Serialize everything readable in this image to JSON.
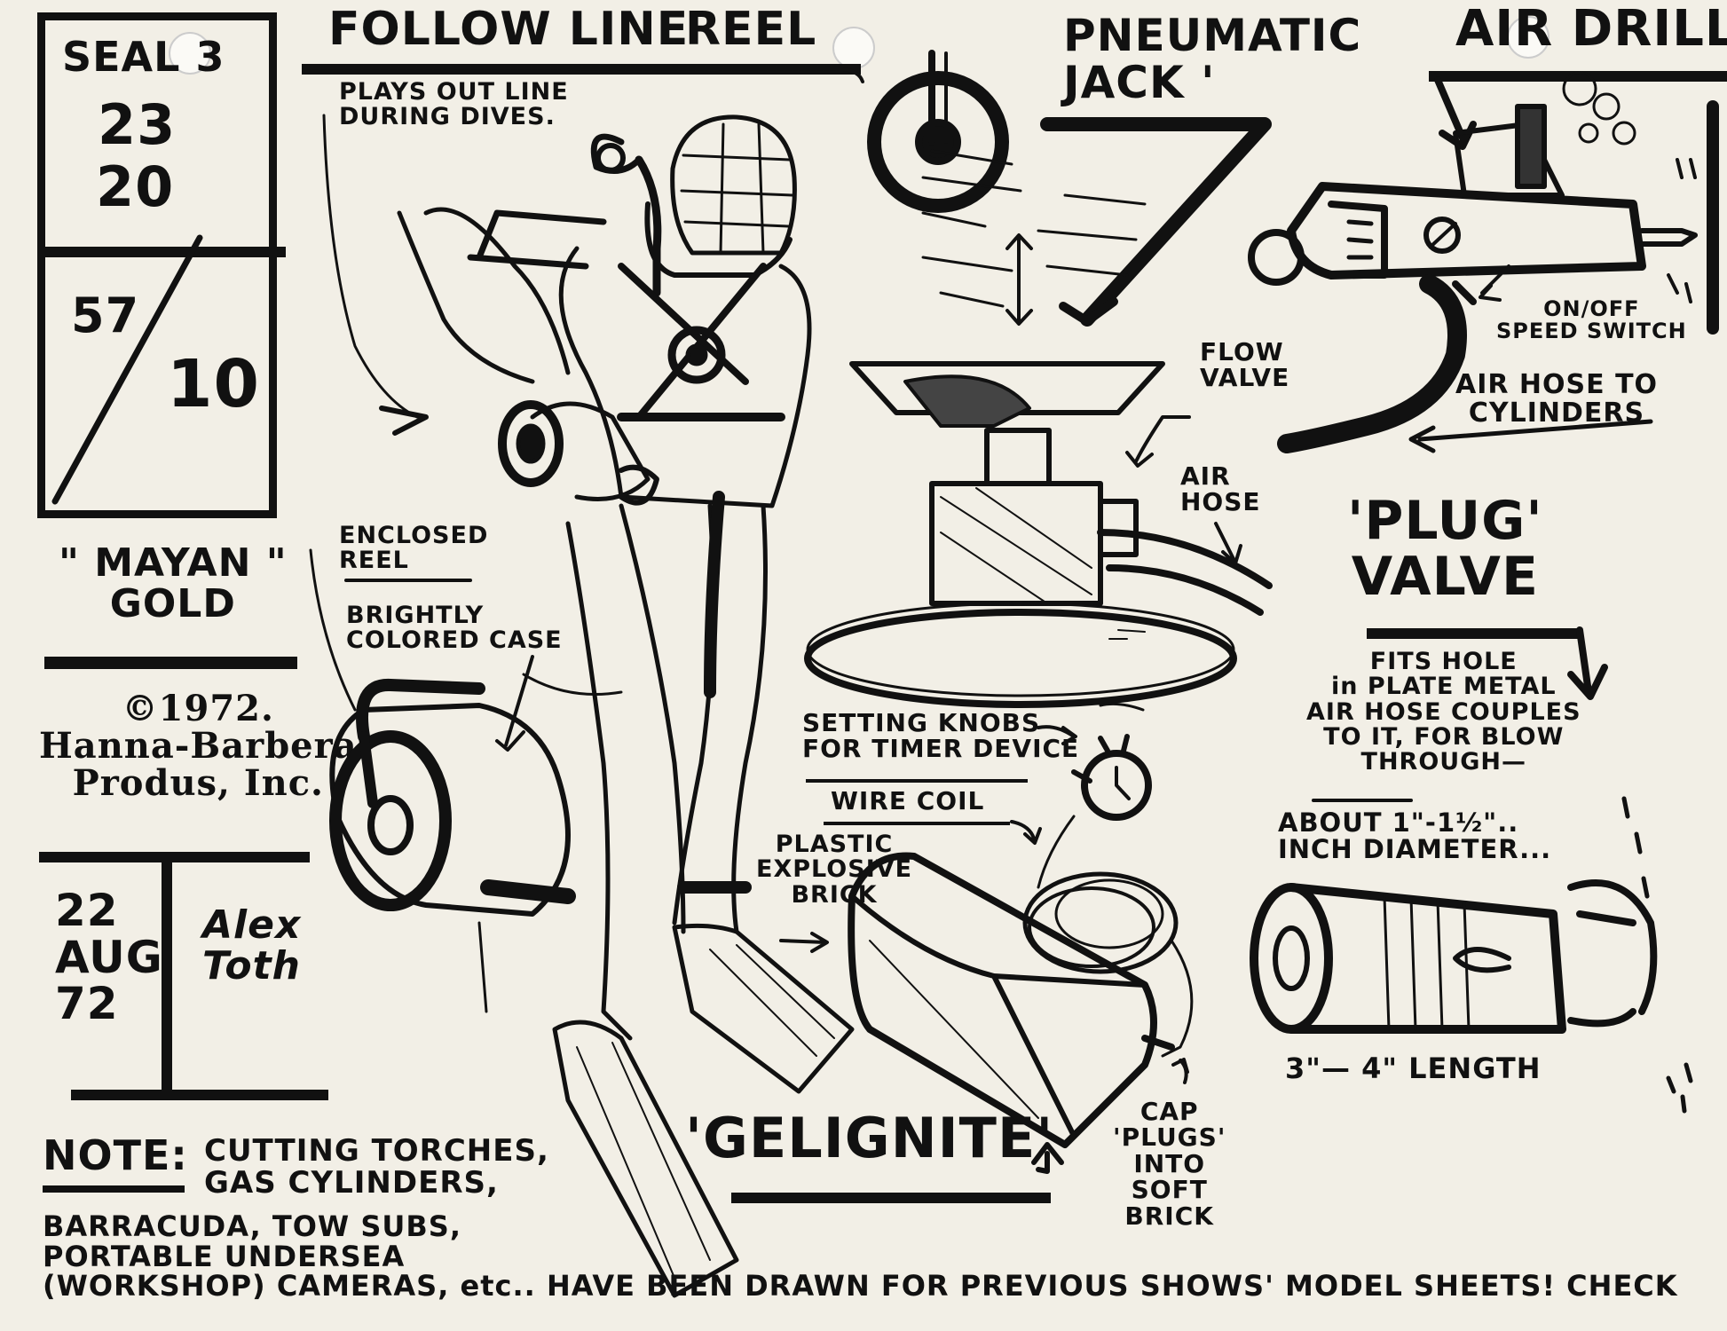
{
  "colors": {
    "paper": "#f2efe6",
    "ink": "#111111"
  },
  "info_box": {
    "seal_line1": "SEAL 3",
    "seal_line2": "23",
    "seal_line3": "20",
    "sheet_num": "57",
    "sheet_den": "10"
  },
  "show_title": "\" MAYAN \"\nGOLD",
  "copyright": "©1972.\nHanna-Barbera\nProdus, Inc.",
  "date_block": {
    "date": "22\nAUG\n72",
    "artist": "Alex\nToth"
  },
  "headings": {
    "follow_line": "FOLLOW LINE",
    "reel": "REEL",
    "pneumatic_jack": "PNEUMATIC\nJACK '",
    "air_drill": "AIR DRILL",
    "plug_valve": "'PLUG'\nVALVE",
    "gelignite": "'GELIGNITE'"
  },
  "labels": {
    "plays_out": "PLAYS OUT LINE\nDURING DIVES.",
    "enclosed_reel": "ENCLOSED\nREEL",
    "brightly_case": "BRIGHTLY\nCOLORED CASE",
    "flow_valve": "FLOW\nVALVE",
    "air_hose": "AIR\nHOSE",
    "on_off": "ON/OFF\nSPEED SWITCH",
    "air_hose_to": "AIR HOSE TO\nCYLINDERS",
    "fits_hole": "FITS HOLE\nin PLATE METAL\nAIR HOSE COUPLES\nTO IT, FOR BLOW\nTHROUGH—",
    "about_diameter": "ABOUT 1\"-1½\"..\nINCH DIAMETER...",
    "length": "3\"— 4\" LENGTH",
    "setting_knobs": "SETTING KNOBS\nFOR TIMER DEVICE",
    "wire_coil": "WIRE COIL",
    "plastic_explosive": "PLASTIC\nEXPLOSIVE\nBRICK",
    "cap_plugs": "CAP\n'PLUGS'\nINTO\nSOFT\nBRICK"
  },
  "note": {
    "label": "NOTE:",
    "text_right": "CUTTING TORCHES,\nGAS CYLINDERS,",
    "text_lines": "BARRACUDA, TOW SUBS,\nPORTABLE UNDERSEA\n(WORKSHOP) CAMERAS, etc.. HAVE BEEN DRAWN FOR PREVIOUS SHOWS' MODEL SHEETS! CHECK"
  }
}
